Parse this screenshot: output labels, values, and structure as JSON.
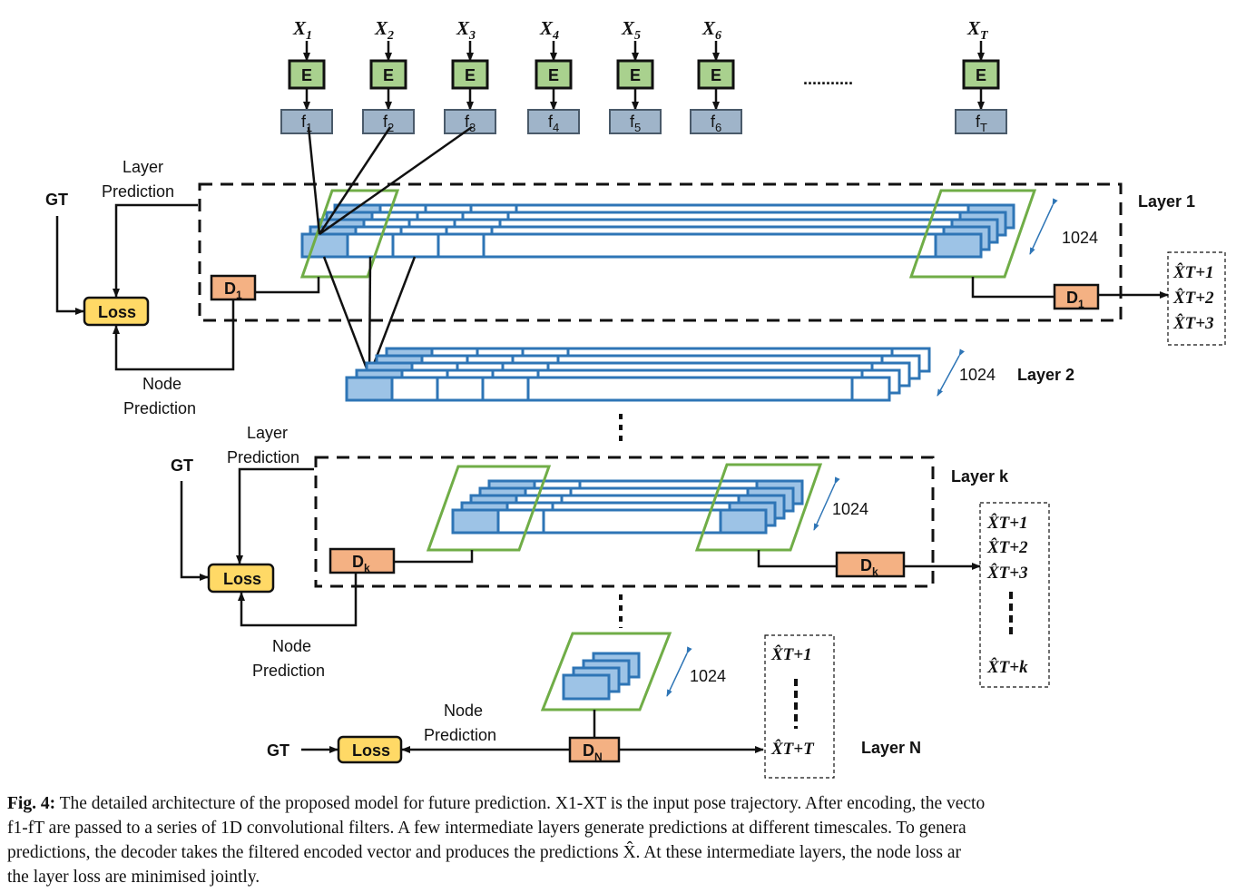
{
  "inputs": {
    "x_labels": [
      "X",
      "X",
      "X",
      "X",
      "X",
      "X",
      "X"
    ],
    "x_subs": [
      "1",
      "2",
      "3",
      "4",
      "5",
      "6",
      "T"
    ],
    "encoder": "E",
    "feat_labels": [
      "f",
      "f",
      "f",
      "f",
      "f",
      "f",
      "f"
    ],
    "feat_subs": [
      "1",
      "2",
      "3",
      "4",
      "5",
      "6",
      "T"
    ],
    "ellipsis": "..........."
  },
  "layer1": {
    "title": "Layer 1",
    "depth": "1024",
    "decoder_left": "D",
    "decoder_left_sub": "1",
    "decoder_right": "D",
    "decoder_right_sub": "1",
    "layer_pred_1": "Layer",
    "layer_pred_2": "Prediction",
    "node_pred_1": "Node",
    "node_pred_2": "Prediction",
    "gt": "GT",
    "loss": "Loss",
    "outputs": [
      "X̂T+1",
      "X̂T+2",
      "X̂T+3"
    ]
  },
  "layer2": {
    "title": "Layer 2",
    "depth": "1024"
  },
  "layerk": {
    "title": "Layer k",
    "depth": "1024",
    "decoder_left": "D",
    "decoder_left_sub": "k",
    "decoder_right": "D",
    "decoder_right_sub": "k",
    "layer_pred_1": "Layer",
    "layer_pred_2": "Prediction",
    "node_pred_1": "Node",
    "node_pred_2": "Prediction",
    "gt": "GT",
    "loss": "Loss",
    "outputs": [
      "X̂T+1",
      "X̂T+2",
      "X̂T+3",
      "X̂T+k"
    ]
  },
  "layerN": {
    "title": "Layer N",
    "depth": "1024",
    "decoder": "D",
    "decoder_sub": "N",
    "node_pred_1": "Node",
    "node_pred_2": "Prediction",
    "gt": "GT",
    "loss": "Loss",
    "outputs": [
      "X̂T+1",
      "X̂T+T"
    ]
  },
  "caption": {
    "label": "Fig. 4:",
    "text": "The detailed architecture of the proposed model for future prediction. X1-XT is the input pose trajectory. After encoding, the vecto\nf1-fT are passed to a series of 1D convolutional filters. A few intermediate layers generate predictions at different timescales. To genera\npredictions, the decoder takes the filtered encoded vector and produces the predictions X̂. At these intermediate layers, the node loss ar\nthe layer loss are minimised jointly."
  },
  "colors": {
    "encoder": "#a9d18e",
    "feature": "#9fb4c9",
    "loss": "#ffd966",
    "decoder": "#f4b183",
    "filter_stroke": "#2e75b6",
    "filter_fill": "#9dc3e6",
    "window": "#70ad47"
  }
}
